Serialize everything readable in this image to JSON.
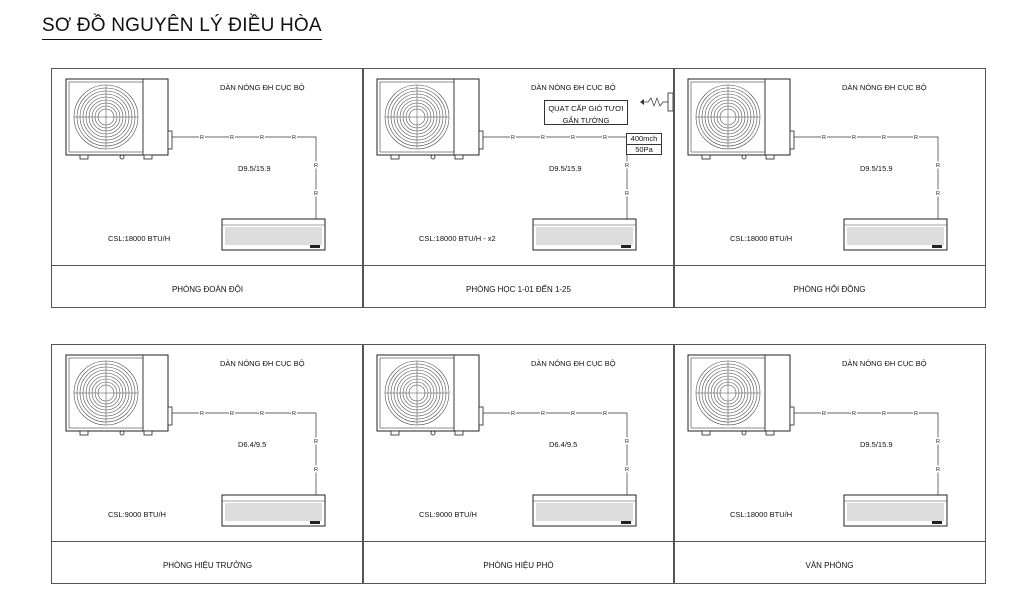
{
  "title": "SƠ ĐỒ NGUYÊN LÝ ĐIỀU HÒA",
  "panels": [
    {
      "outdoor_label": "DÀN NÓNG ĐH CỤC BỘ",
      "pipe": "D9.5/15.9",
      "capacity": "CSL:18000 BTU/H",
      "room": "PHÒNG ĐOÀN ĐỘI"
    },
    {
      "outdoor_label": "DÀN NÓNG ĐH CỤC BỘ",
      "pipe": "D9.5/15.9",
      "capacity": "CSL:18000 BTU/H - x2",
      "room": "PHÒNG HỌC 1-01 ĐẾN 1-25",
      "fan_label_1": "QUẠT CẤP GIÓ TƯƠI",
      "fan_label_2": "GẮN TƯỜNG",
      "airflow": "400mch",
      "pressure": "50Pa"
    },
    {
      "outdoor_label": "DÀN NÓNG ĐH CỤC BỘ",
      "pipe": "D9.5/15.9",
      "capacity": "CSL:18000 BTU/H",
      "room": "PHÒNG HỘI ĐỒNG"
    },
    {
      "outdoor_label": "DÀN NÓNG ĐH CỤC BỘ",
      "pipe": "D6.4/9.5",
      "capacity": "CSL:9000 BTU/H",
      "room": "PHÒNG HIỆU TRƯỞNG"
    },
    {
      "outdoor_label": "DÀN NÓNG ĐH CỤC BỘ",
      "pipe": "D6.4/9.5",
      "capacity": "CSL:9000 BTU/H",
      "room": "PHÒNG HIỆU PHÓ"
    },
    {
      "outdoor_label": "DÀN NÓNG ĐH CỤC BỘ",
      "pipe": "D9.5/15.9",
      "capacity": "CSL:18000 BTU/H",
      "room": "VĂN PHÒNG"
    }
  ],
  "pipe_marker": "R",
  "icons": [
    "outdoor-unit-icon",
    "indoor-unit-icon",
    "wall-fan-icon"
  ]
}
